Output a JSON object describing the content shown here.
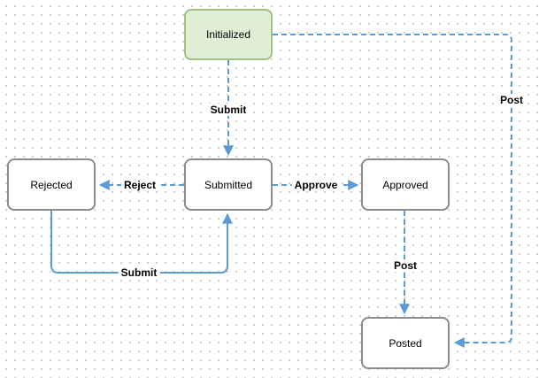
{
  "diagram": {
    "nodes": {
      "initialized": {
        "label": "Initialized"
      },
      "rejected": {
        "label": "Rejected"
      },
      "submitted": {
        "label": "Submitted"
      },
      "approved": {
        "label": "Approved"
      },
      "posted": {
        "label": "Posted"
      }
    },
    "edges": {
      "submit_from_initialized": {
        "label": "Submit"
      },
      "reject": {
        "label": "Reject"
      },
      "approve": {
        "label": "Approve"
      },
      "submit_from_rejected": {
        "label": "Submit"
      },
      "post_from_initialized": {
        "label": "Post"
      },
      "post_from_approved": {
        "label": "Post"
      }
    },
    "colors": {
      "edge_blue": "#5b9bd5",
      "node_border": "#8c8c8c",
      "node_fill": "#ffffff",
      "start_fill": "#dfeed4",
      "start_border": "#9dc283",
      "grid_dot": "#c9c9c9"
    }
  }
}
